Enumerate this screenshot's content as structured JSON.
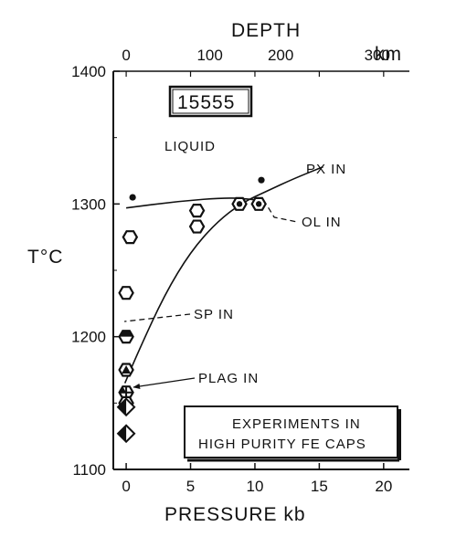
{
  "figure_label": "°C",
  "chart_data": {
    "type": "scatter",
    "sample_id": "15555",
    "xlabel": "PRESSURE kb",
    "ylabel": "T°C",
    "top_axis_label": "DEPTH",
    "top_axis_unit": "km",
    "xlim": [
      -1,
      22
    ],
    "ylim": [
      1100,
      1400
    ],
    "x_ticks": [
      0,
      5,
      10,
      15,
      20
    ],
    "x_tick_labels": [
      "0",
      "5",
      "10",
      "15",
      "20"
    ],
    "y_ticks": [
      1100,
      1200,
      1300,
      1400
    ],
    "y_tick_labels": [
      "1100",
      "1200",
      "1300",
      "1400"
    ],
    "top_ticks_kb": [
      0,
      5,
      10,
      15,
      20
    ],
    "top_tick_labels": [
      "0",
      "100",
      "200",
      "300"
    ],
    "series": [
      {
        "marker": "hexagon-open",
        "points": [
          {
            "x": 0.3,
            "y": 1275
          },
          {
            "x": 0.0,
            "y": 1233
          },
          {
            "x": 5.5,
            "y": 1295
          },
          {
            "x": 5.5,
            "y": 1283
          }
        ]
      },
      {
        "marker": "hexagon-dot",
        "points": [
          {
            "x": 8.8,
            "y": 1300
          },
          {
            "x": 10.3,
            "y": 1300
          }
        ]
      },
      {
        "marker": "hexagon-half",
        "points": [
          {
            "x": 0.0,
            "y": 1200
          }
        ]
      },
      {
        "marker": "hexagon-triangle",
        "points": [
          {
            "x": 0.0,
            "y": 1175
          }
        ]
      },
      {
        "marker": "hexagon-cross",
        "points": [
          {
            "x": 0.0,
            "y": 1158
          }
        ]
      },
      {
        "marker": "hexagon-diamond",
        "points": [
          {
            "x": 0.0,
            "y": 1150
          }
        ]
      },
      {
        "marker": "diamond-half",
        "points": [
          {
            "x": 0.0,
            "y": 1147
          },
          {
            "x": 0.0,
            "y": 1127
          }
        ]
      },
      {
        "marker": "dot",
        "points": [
          {
            "x": 0.5,
            "y": 1305
          },
          {
            "x": 10.5,
            "y": 1318
          }
        ]
      }
    ],
    "curves": [
      {
        "name": "OL IN",
        "points": [
          [
            0.0,
            1297
          ],
          [
            4,
            1302
          ],
          [
            8,
            1305
          ],
          [
            10.2,
            1303
          ]
        ]
      },
      {
        "name": "PX IN",
        "points": [
          [
            -0.1,
            1165
          ],
          [
            1,
            1190
          ],
          [
            3,
            1232
          ],
          [
            5,
            1264
          ],
          [
            7,
            1286
          ],
          [
            9,
            1301
          ],
          [
            11,
            1310
          ],
          [
            13,
            1319
          ],
          [
            15.3,
            1328
          ]
        ]
      }
    ],
    "annotations": {
      "liquid": "LIQUID",
      "px_in": "PX IN",
      "ol_in": "OL IN",
      "sp_in": "SP IN",
      "plag_in": "PLAG IN",
      "experiments_line1": "EXPERIMENTS IN",
      "experiments_line2": "HIGH PURITY FE CAPS"
    }
  }
}
